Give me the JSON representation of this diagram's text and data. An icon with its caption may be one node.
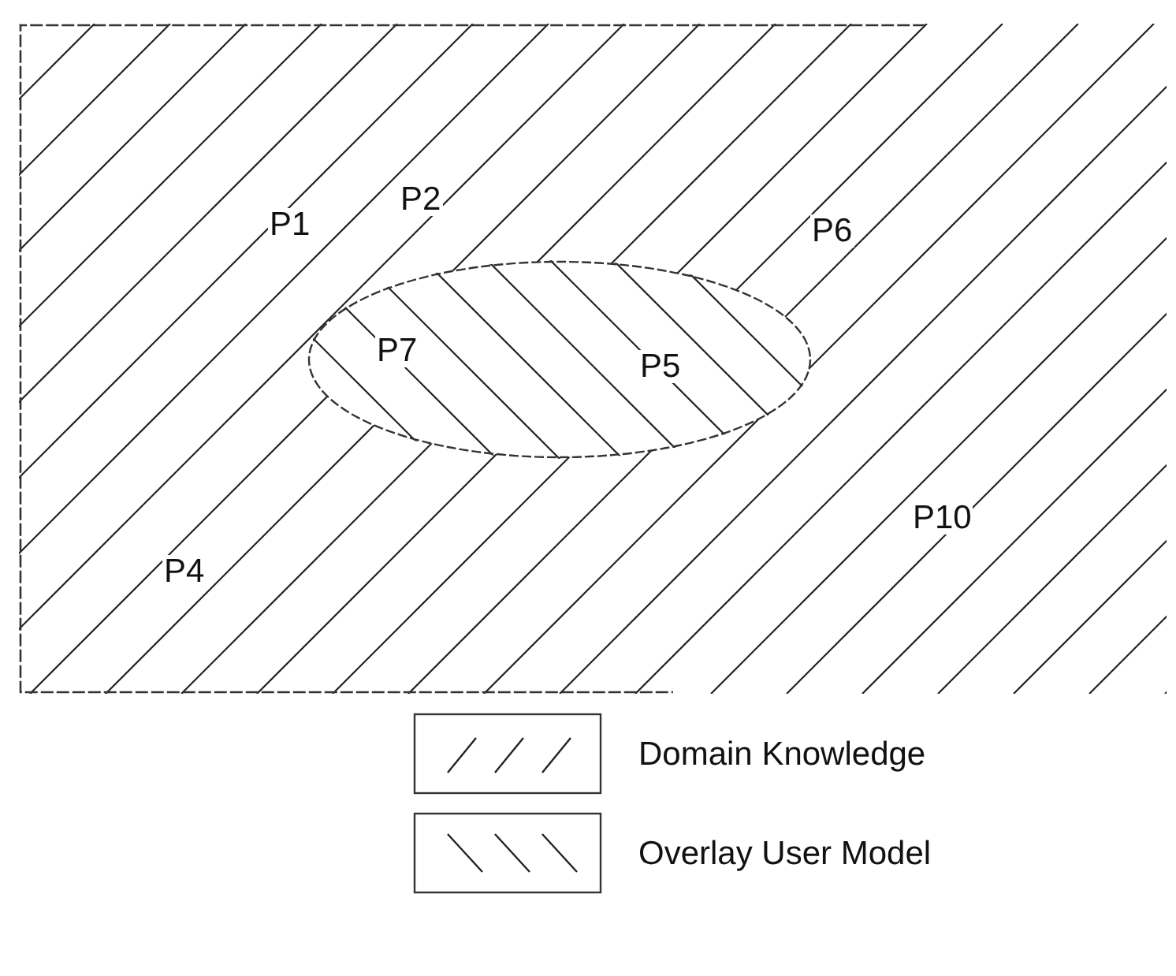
{
  "diagram": {
    "nodes": [
      {
        "text": [],
        "shape": "box"
      },
      {
        "text": [],
        "shape": "ellipse",
        "in": 0
      }
    ],
    "labels": [
      "P1",
      "P2",
      "P6",
      "P7",
      "P5",
      "P10",
      "P4"
    ],
    "legend": [
      {
        "text": "Domain Knowledge"
      },
      {
        "text": "Overlay User Model"
      }
    ]
  }
}
